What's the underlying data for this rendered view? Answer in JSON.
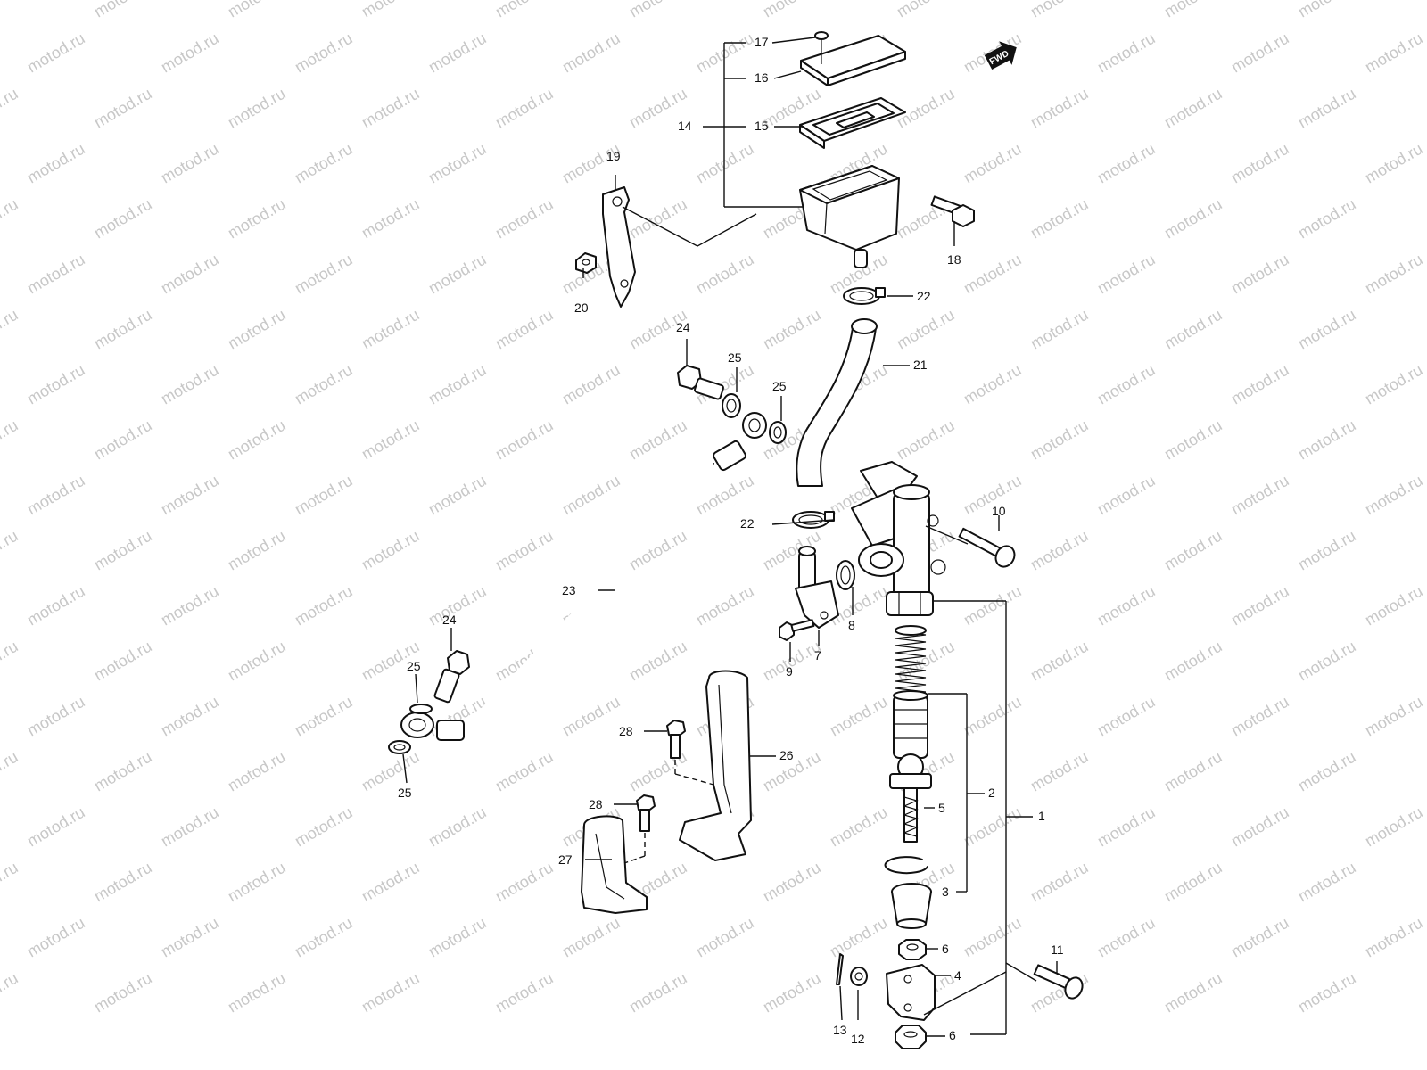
{
  "watermark": "motod.ru",
  "direction_badge": "FWD",
  "labels": {
    "l1": "1",
    "l2": "2",
    "l3": "3",
    "l4": "4",
    "l5": "5",
    "l6a": "6",
    "l6b": "6",
    "l7": "7",
    "l8": "8",
    "l9": "9",
    "l10": "10",
    "l11": "11",
    "l12": "12",
    "l13": "13",
    "l14": "14",
    "l15": "15",
    "l16": "16",
    "l17": "17",
    "l18": "18",
    "l19": "19",
    "l20": "20",
    "l21": "21",
    "l22a": "22",
    "l22b": "22",
    "l23": "23",
    "l24a": "24",
    "l24b": "24",
    "l25a": "25",
    "l25b": "25",
    "l25c": "25",
    "l25d": "25",
    "l26": "26",
    "l27": "27",
    "l28a": "28",
    "l28b": "28"
  },
  "colors": {
    "line": "#111111",
    "watermark": "#c8c8c8",
    "background": "#ffffff"
  }
}
